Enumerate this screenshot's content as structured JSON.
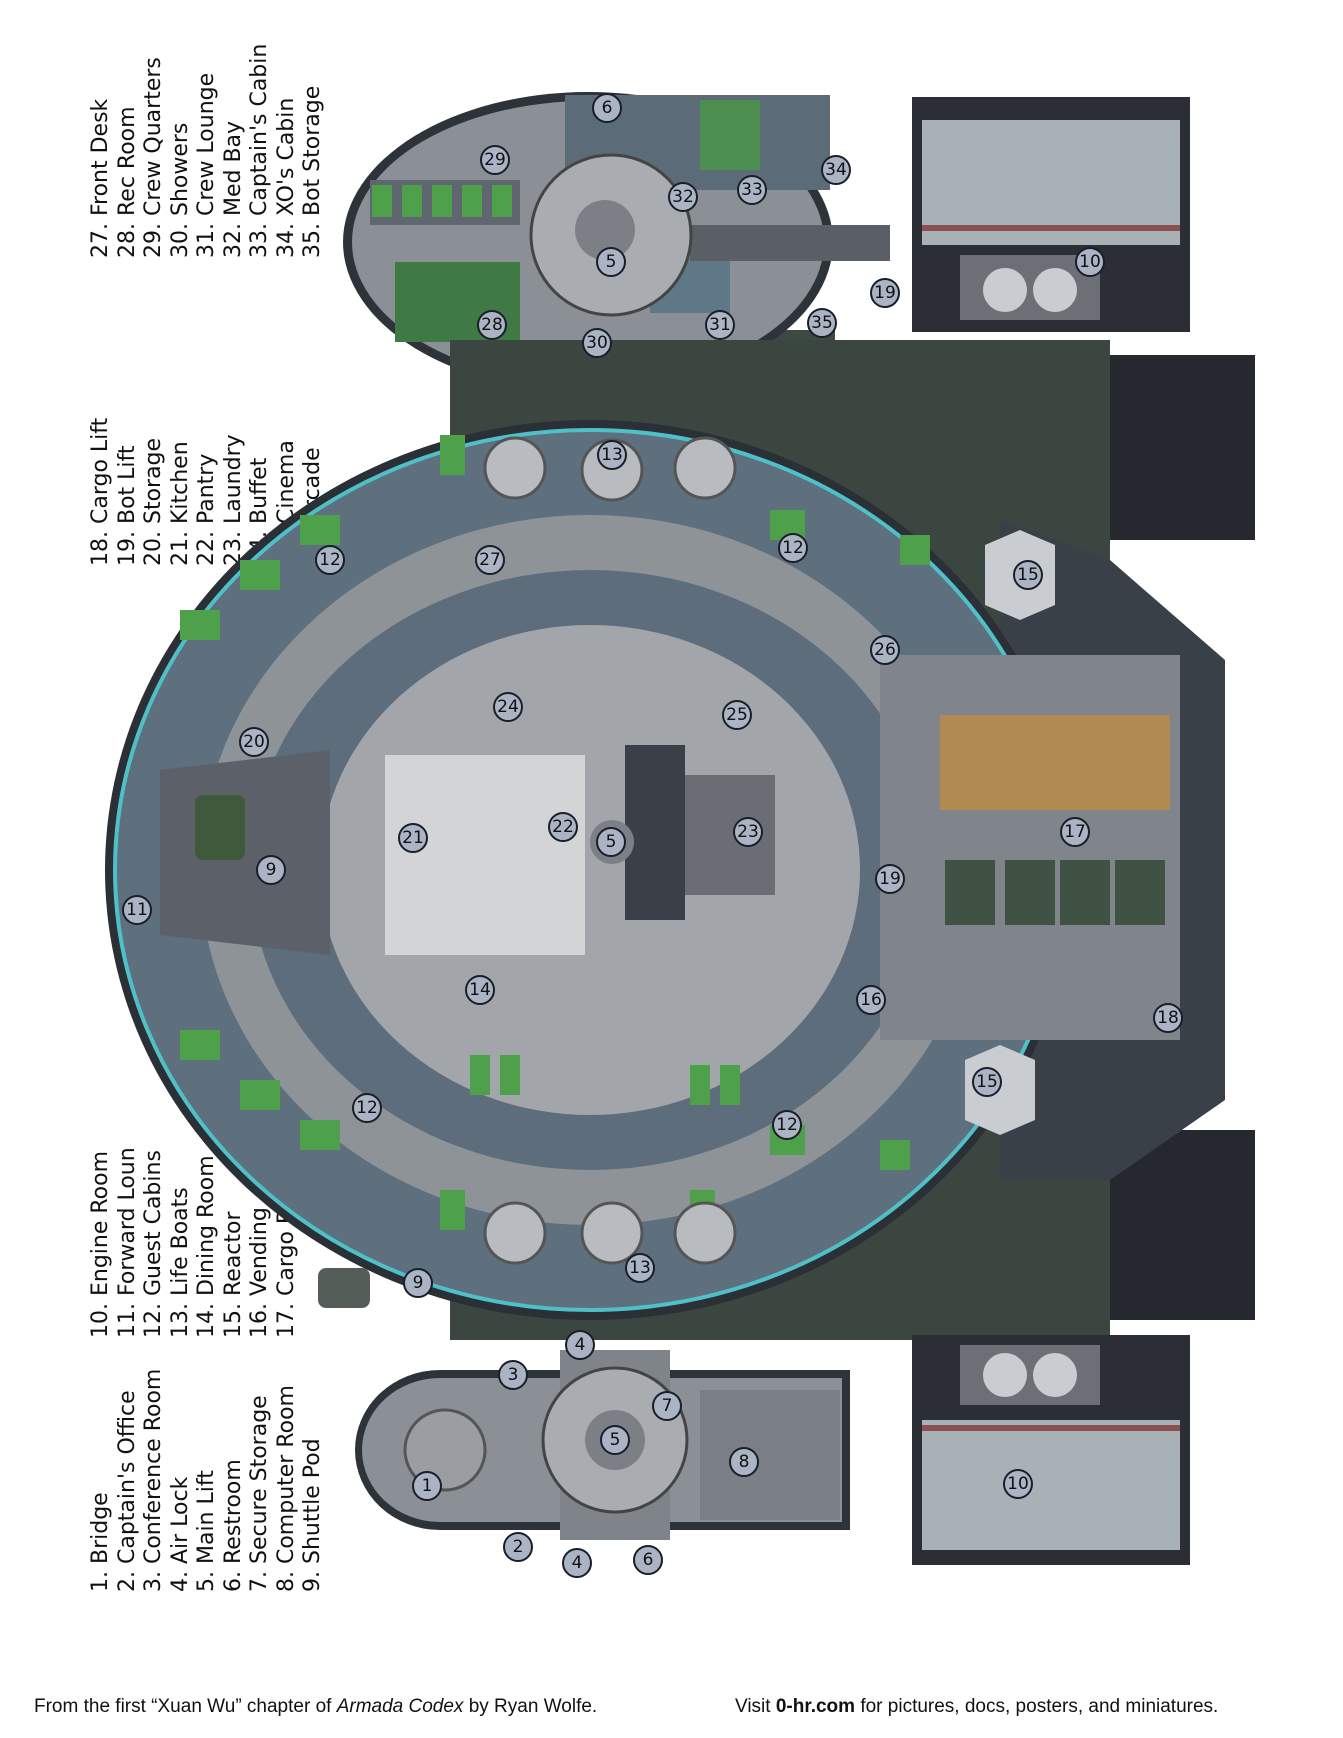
{
  "legend": {
    "col1": [
      "1. Bridge",
      "2. Captain's Office",
      "3. Conference Room",
      "4. Air Lock",
      "5. Main Lift",
      "6. Restroom",
      "7. Secure Storage",
      "8. Computer Room",
      "9. Shuttle Pod"
    ],
    "col2": [
      "10. Engine Room",
      "11. Forward Loun",
      "12. Guest Cabins",
      "13. Life Boats",
      "14. Dining Room",
      "15. Reactor",
      "16. Vending",
      "17. Cargo Bay"
    ],
    "col3": [
      "18. Cargo Lift",
      "19. Bot Lift",
      "20. Storage",
      "21. Kitchen",
      "22. Pantry",
      "23. Laundry",
      "24. Buffet",
      "25. Cinema",
      "26. Arcade"
    ],
    "col4": [
      "27. Front Desk",
      "28. Rec Room",
      "29. Crew Quarters",
      "30. Showers",
      "31. Crew Lounge",
      "32. Med Bay",
      "33. Captain's Cabin",
      "34. XO's Cabin",
      "35. Bot Storage"
    ]
  },
  "markers": {
    "upper": [
      "6",
      "29",
      "32",
      "33",
      "34",
      "5",
      "19",
      "10",
      "35",
      "31",
      "30",
      "28"
    ],
    "main": [
      "13",
      "12",
      "27",
      "12",
      "15",
      "26",
      "24",
      "25",
      "20",
      "9",
      "21",
      "22",
      "5",
      "23",
      "17",
      "19",
      "11",
      "14",
      "16",
      "18",
      "15",
      "12",
      "12",
      "13",
      "9"
    ],
    "lower": [
      "4",
      "3",
      "7",
      "5",
      "8",
      "1",
      "10",
      "2",
      "4",
      "6"
    ]
  },
  "footer": {
    "credit_prefix": "From the first “Xuan Wu” chapter of ",
    "book": "Armada Codex",
    "by": " by Ryan Wolfe.",
    "visit": "Visit ",
    "site": "0-hr.com",
    "visit_suffix": " for pictures, docs, posters, and miniatures."
  },
  "colors": {
    "hull": "#3f4a45",
    "floor": "#9a9ea3",
    "cabin": "#5f7080",
    "bed": "#4fa04a",
    "trim": "#4fc0c8"
  }
}
